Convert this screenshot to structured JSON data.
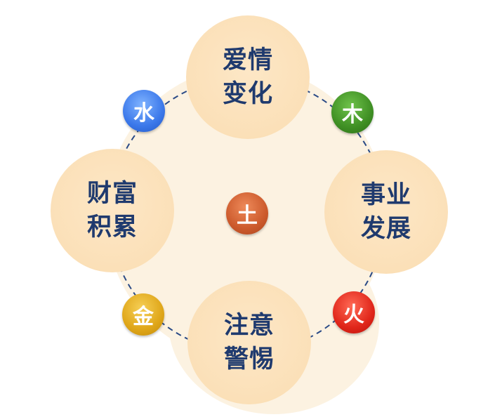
{
  "diagram": {
    "circles": {
      "top": {
        "line1": "爱情",
        "line2": "变化"
      },
      "right": {
        "line1": "事业",
        "line2": "发展"
      },
      "bottom": {
        "line1": "注意",
        "line2": "警惕"
      },
      "left": {
        "line1": "财富",
        "line2": "积累"
      }
    },
    "elements": {
      "water": {
        "label": "水",
        "color": "#3b78ea"
      },
      "wood": {
        "label": "木",
        "color": "#3f8f24"
      },
      "fire": {
        "label": "火",
        "color": "#e0261a"
      },
      "metal": {
        "label": "金",
        "color": "#dfa619"
      },
      "earth": {
        "label": "土",
        "color": "#cc5a2c"
      }
    },
    "ring_color": "#2a4a86",
    "circle_fill": "#fbe0b8",
    "text_color": "#1f3a6e"
  }
}
